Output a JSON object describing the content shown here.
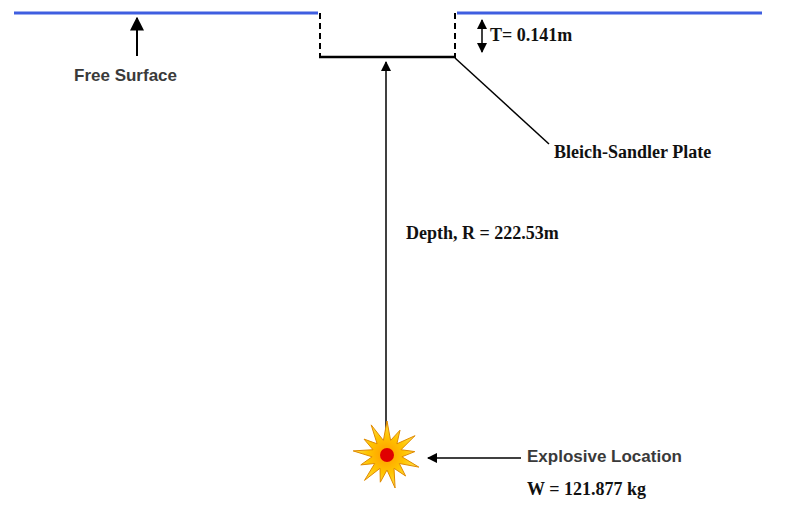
{
  "diagram": {
    "labels": [
      "Free Surface",
      "T= 0.141m",
      "Bleich-Sandler Plate",
      "Depth, R = 222.53m",
      "Explosive Location",
      "W = 121.877 kg"
    ]
  }
}
